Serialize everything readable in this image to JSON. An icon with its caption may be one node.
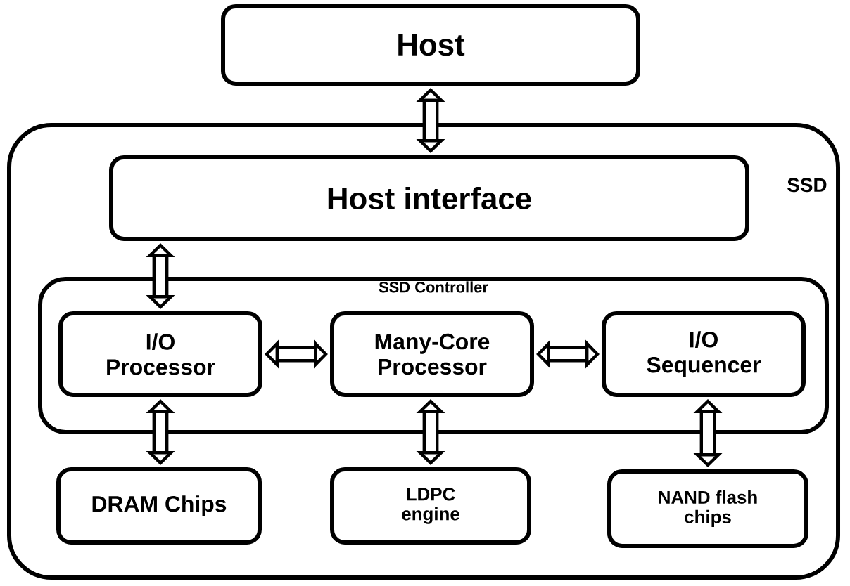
{
  "diagram": {
    "nodes": [
      {
        "text": [
          "Host"
        ]
      },
      {
        "text": [
          "SSD"
        ]
      },
      {
        "text": [
          "Host interface"
        ],
        "in": 1
      },
      {
        "text": [
          "SSD Controller"
        ],
        "in": 1
      },
      {
        "text": [
          "I/O Processor"
        ],
        "in": 3
      },
      {
        "text": [
          "Many-Core Processor"
        ],
        "in": 3
      },
      {
        "text": [
          "I/O Sequencer"
        ],
        "in": 3
      },
      {
        "text": [
          "DRAM Chips"
        ],
        "in": 1
      },
      {
        "text": [
          "LDPC engine"
        ],
        "in": 1
      },
      {
        "text": [
          "NAND flash chips"
        ],
        "in": 1
      }
    ],
    "edges": [
      {
        "from": 0,
        "to": 2,
        "arrow": "both"
      },
      {
        "from": 2,
        "to": 4,
        "arrow": "both"
      },
      {
        "from": 4,
        "to": 5,
        "arrow": "both"
      },
      {
        "from": 5,
        "to": 6,
        "arrow": "both"
      },
      {
        "from": 4,
        "to": 7,
        "arrow": "both"
      },
      {
        "from": 5,
        "to": 8,
        "arrow": "both"
      },
      {
        "from": 6,
        "to": 9,
        "arrow": "both"
      }
    ]
  }
}
